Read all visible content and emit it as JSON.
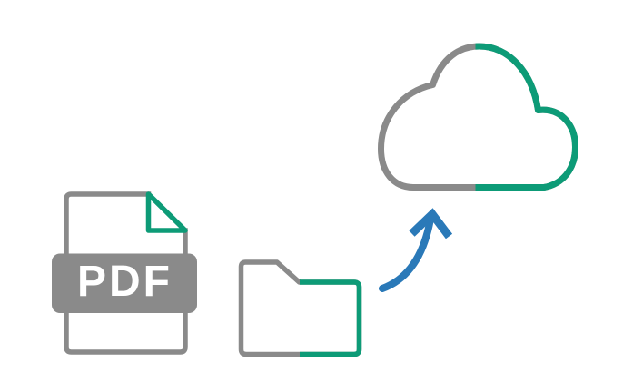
{
  "illustration": {
    "name": "pdf-upload-to-cloud",
    "description": "A PDF file and a folder with a blue curved arrow pointing up to a cloud, indicating uploading a PDF to cloud storage."
  },
  "pdf_file": {
    "label": "PDF"
  },
  "icons": {
    "pdf": "pdf-file-icon",
    "folder": "folder-icon",
    "arrow": "upload-arrow-icon",
    "cloud": "cloud-icon"
  },
  "colors": {
    "gray": "#8A8A8A",
    "green": "#0D9B77",
    "blue": "#2A79B8",
    "white": "#FFFFFF",
    "background": "#FFFFFF"
  }
}
